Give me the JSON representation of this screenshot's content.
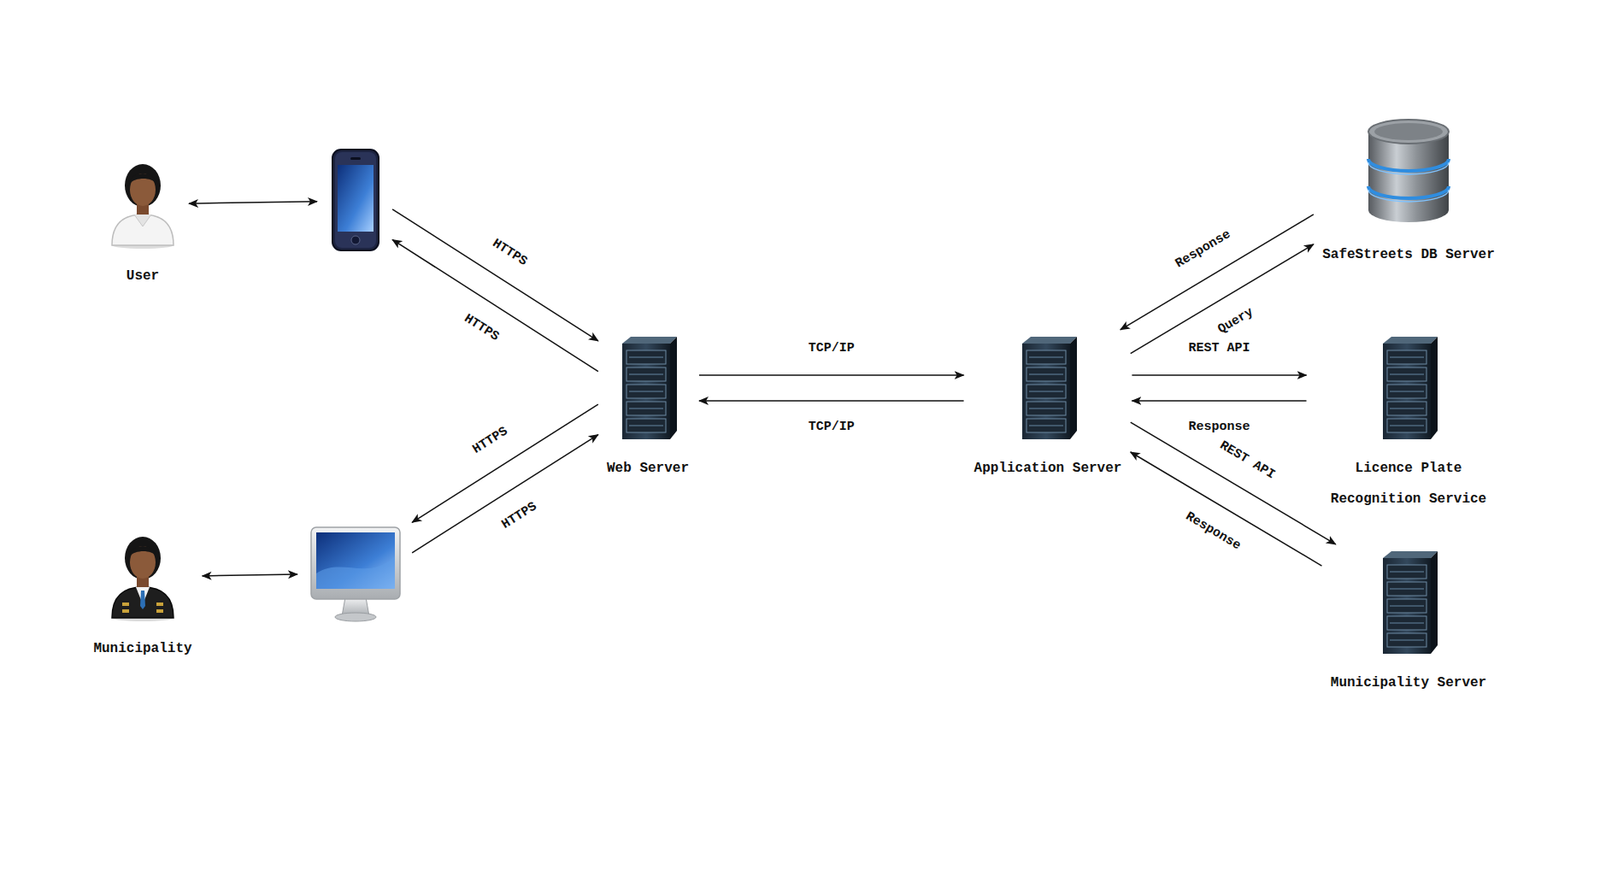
{
  "diagram": {
    "nodes": [
      {
        "text": [
          "User"
        ]
      },
      {
        "text": []
      },
      {
        "text": [
          "Web Server"
        ]
      },
      {
        "text": [
          "Municipality"
        ]
      },
      {
        "text": []
      },
      {
        "text": [
          "Application Server"
        ]
      },
      {
        "text": [
          "SafeStreets DB Server"
        ]
      },
      {
        "text": [
          "Licence Plate Recognition Service"
        ]
      },
      {
        "text": [
          "Municipality Server"
        ]
      }
    ],
    "edges": [
      {
        "from": 0,
        "to": 1,
        "arrow": "both"
      },
      {
        "from": 1,
        "to": 2,
        "label": "HTTPS",
        "arrow": "to"
      },
      {
        "from": 2,
        "to": 1,
        "label": "HTTPS",
        "arrow": "to"
      },
      {
        "from": 3,
        "to": 4,
        "arrow": "both"
      },
      {
        "from": 4,
        "to": 2,
        "label": "HTTPS",
        "arrow": "to"
      },
      {
        "from": 2,
        "to": 4,
        "label": "HTTPS",
        "arrow": "to"
      },
      {
        "from": 2,
        "to": 5,
        "label": "TCP/IP",
        "arrow": "to"
      },
      {
        "from": 5,
        "to": 2,
        "label": "TCP/IP",
        "arrow": "to"
      },
      {
        "from": 6,
        "to": 5,
        "label": "Response",
        "arrow": "to"
      },
      {
        "from": 5,
        "to": 6,
        "label": "Query",
        "arrow": "to"
      },
      {
        "from": 5,
        "to": 7,
        "label": "REST API",
        "arrow": "to"
      },
      {
        "from": 7,
        "to": 5,
        "label": "Response",
        "arrow": "to"
      },
      {
        "from": 5,
        "to": 8,
        "label": "REST API",
        "arrow": "to"
      },
      {
        "from": 8,
        "to": 5,
        "label": "Response",
        "arrow": "to"
      }
    ]
  }
}
